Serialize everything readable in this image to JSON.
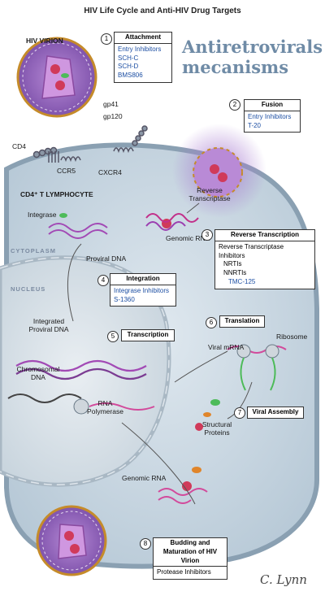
{
  "title": "HIV Life Cycle and Anti-HIV Drug Targets",
  "overlay_text": [
    "Antiretrovirals",
    "mecanisms"
  ],
  "labels": {
    "hiv_virion": "HIV VIRION",
    "gp41": "gp41",
    "gp120": "gp120",
    "cd4": "CD4",
    "ccr5": "CCR5",
    "cxcr4": "CXCR4",
    "cd4_lymphocyte": "CD4⁺ T LYMPHOCYTE",
    "reverse_transcriptase": "Reverse Transcriptase",
    "integrase": "Integrase",
    "genomic_rna": "Genomic RNA",
    "proviral_dna": "Proviral DNA",
    "cytoplasm": "CYTOPLASM",
    "nucleus": "NUCLEUS",
    "integrated_proviral_dna": "Integrated Proviral DNA",
    "chromosomal_dna": "Chromosomal DNA",
    "rna_polymerase": "RNA Polymerase",
    "viral_mrna": "Viral mRNA",
    "ribosome": "Ribosome",
    "structural_proteins": "Structural Proteins",
    "genomic_rna_2": "Genomic RNA"
  },
  "steps": {
    "attachment": {
      "num": "1",
      "title": "Attachment",
      "items": [
        "Entry Inhibitors",
        "SCH-C",
        "SCH-D",
        "BMS806"
      ]
    },
    "fusion": {
      "num": "2",
      "title": "Fusion",
      "items": [
        "Entry Inhibitors",
        "T-20"
      ]
    },
    "reverse_transcription": {
      "num": "3",
      "title": "Reverse Transcription",
      "items": [
        "Reverse Transcriptase Inhibitors",
        "NRTIs",
        "NNRTIs",
        "TMC-125"
      ]
    },
    "integration": {
      "num": "4",
      "title": "Integration",
      "items": [
        "Integrase Inhibitors",
        "S-1360"
      ]
    },
    "transcription": {
      "num": "5",
      "title": "Transcription"
    },
    "translation": {
      "num": "6",
      "title": "Translation"
    },
    "viral_assembly": {
      "num": "7",
      "title": "Viral Assembly"
    },
    "budding": {
      "num": "8",
      "title": "Budding and Maturation of HIV Virion",
      "items": [
        "Protease Inhibitors"
      ]
    }
  },
  "signature": "C. Lynn"
}
